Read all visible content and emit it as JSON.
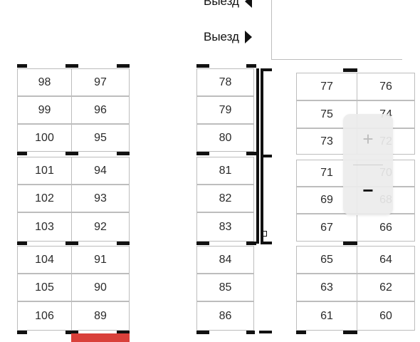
{
  "exits": [
    "Выезд",
    "Выезд"
  ],
  "zoom": {
    "in_label": "+",
    "out_label": "−"
  },
  "col1": [
    "98",
    "99",
    "100",
    "101",
    "102",
    "103",
    "104",
    "105",
    "106"
  ],
  "col2": [
    "97",
    "96",
    "95",
    "94",
    "93",
    "92",
    "91",
    "90",
    "89"
  ],
  "col3": [
    "78",
    "79",
    "80",
    "81",
    "82",
    "83",
    "84",
    "85",
    "86"
  ],
  "col4": [
    "77",
    "75",
    "73",
    "71",
    "69",
    "67",
    "65",
    "63",
    "61"
  ],
  "col5": [
    "76",
    "74",
    "72",
    "70",
    "68",
    "66",
    "64",
    "62",
    "60"
  ],
  "colors": {
    "unavailable": "#d9403a",
    "divider": "#111111",
    "grid": "#bdbdbd"
  }
}
